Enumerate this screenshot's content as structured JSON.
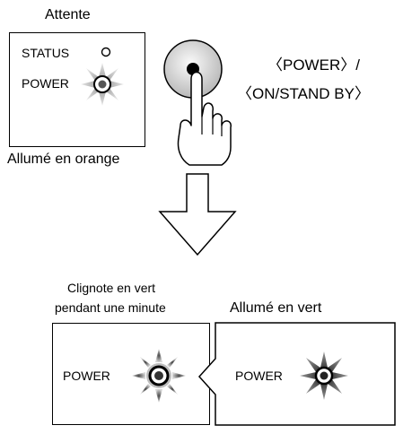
{
  "top": {
    "state_title": "Attente",
    "status_label": "STATUS",
    "power_label": "POWER",
    "state_caption": "Allumé en orange",
    "button_label_line1": "〈POWER〉/",
    "button_label_line2": "〈ON/STAND BY〉"
  },
  "bottom": {
    "left_caption_line1": "Clignote en vert",
    "left_caption_line2": "pendant une minute",
    "left_power_label": "POWER",
    "right_caption": "Allumé en vert",
    "right_power_label": "POWER"
  },
  "icons": [
    "led-status-icon",
    "led-glow-icon",
    "power-button-icon",
    "pointing-hand-icon",
    "down-arrow-icon",
    "led-blink-icon"
  ]
}
